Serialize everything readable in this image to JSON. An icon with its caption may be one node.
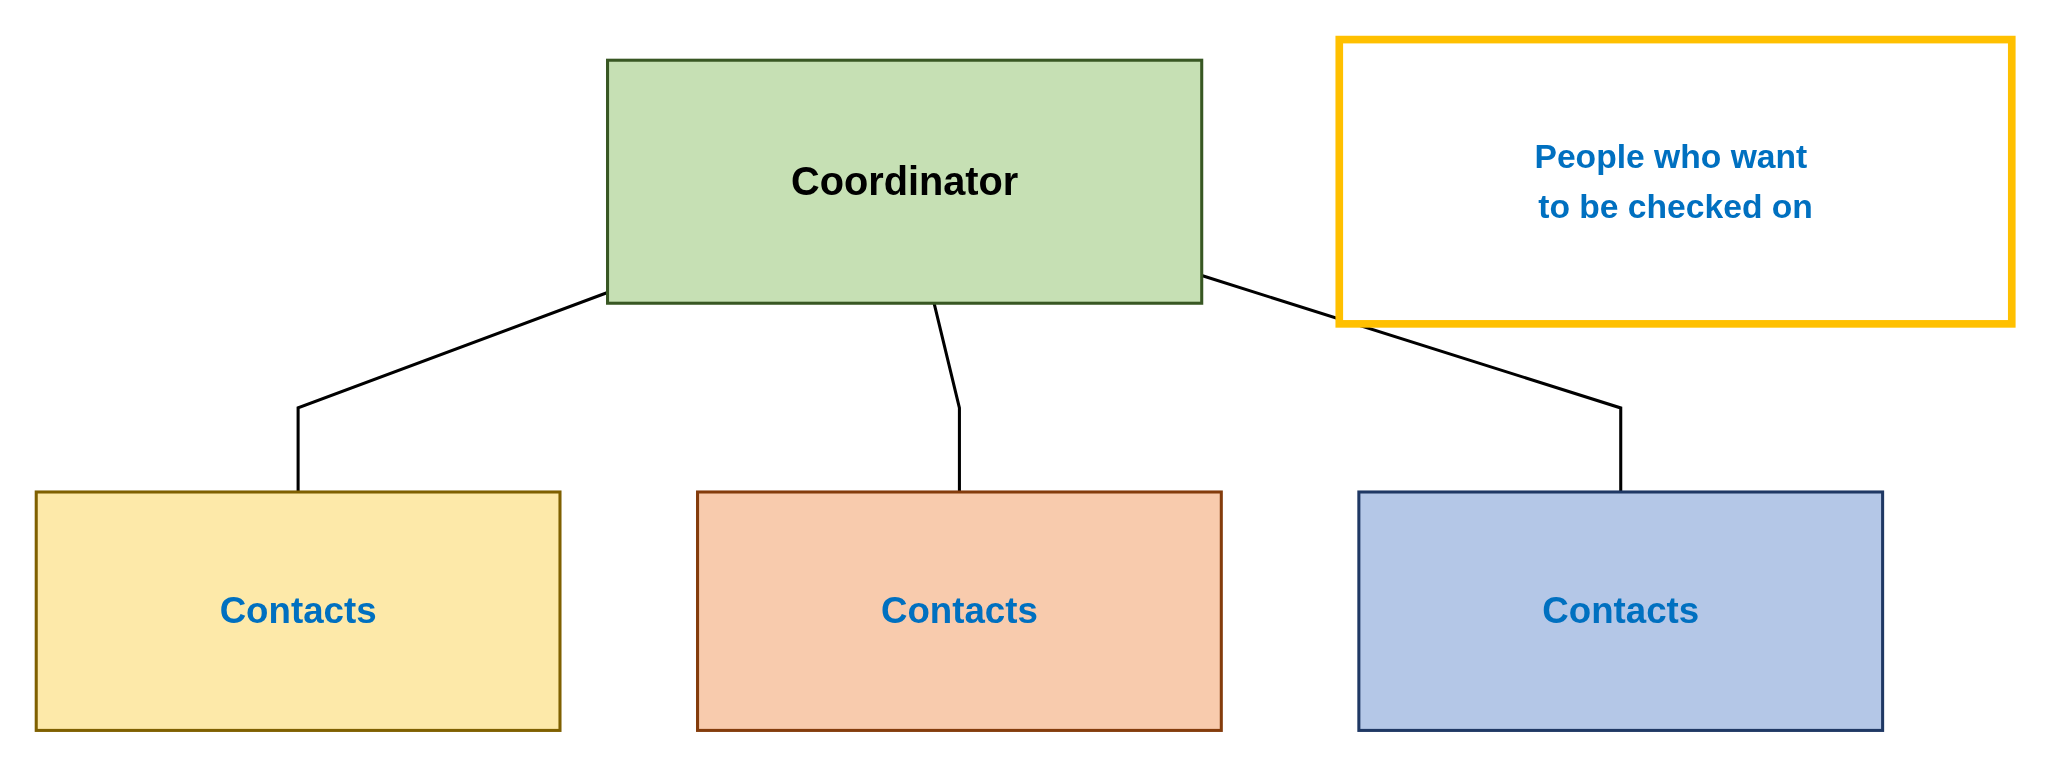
{
  "diagram": {
    "nodes": [
      {
        "text": [
          "Coordinator"
        ]
      },
      {
        "text": [
          "Contacts"
        ]
      },
      {
        "text": [
          "Contacts"
        ]
      },
      {
        "text": [
          "Contacts"
        ]
      },
      {
        "text": [
          "People who want to be checked on"
        ]
      }
    ],
    "edges": [
      {
        "from": 0,
        "to": 1,
        "arrow": "none"
      },
      {
        "from": 0,
        "to": 2,
        "arrow": "none"
      },
      {
        "from": 0,
        "to": 3,
        "arrow": "none"
      }
    ]
  }
}
